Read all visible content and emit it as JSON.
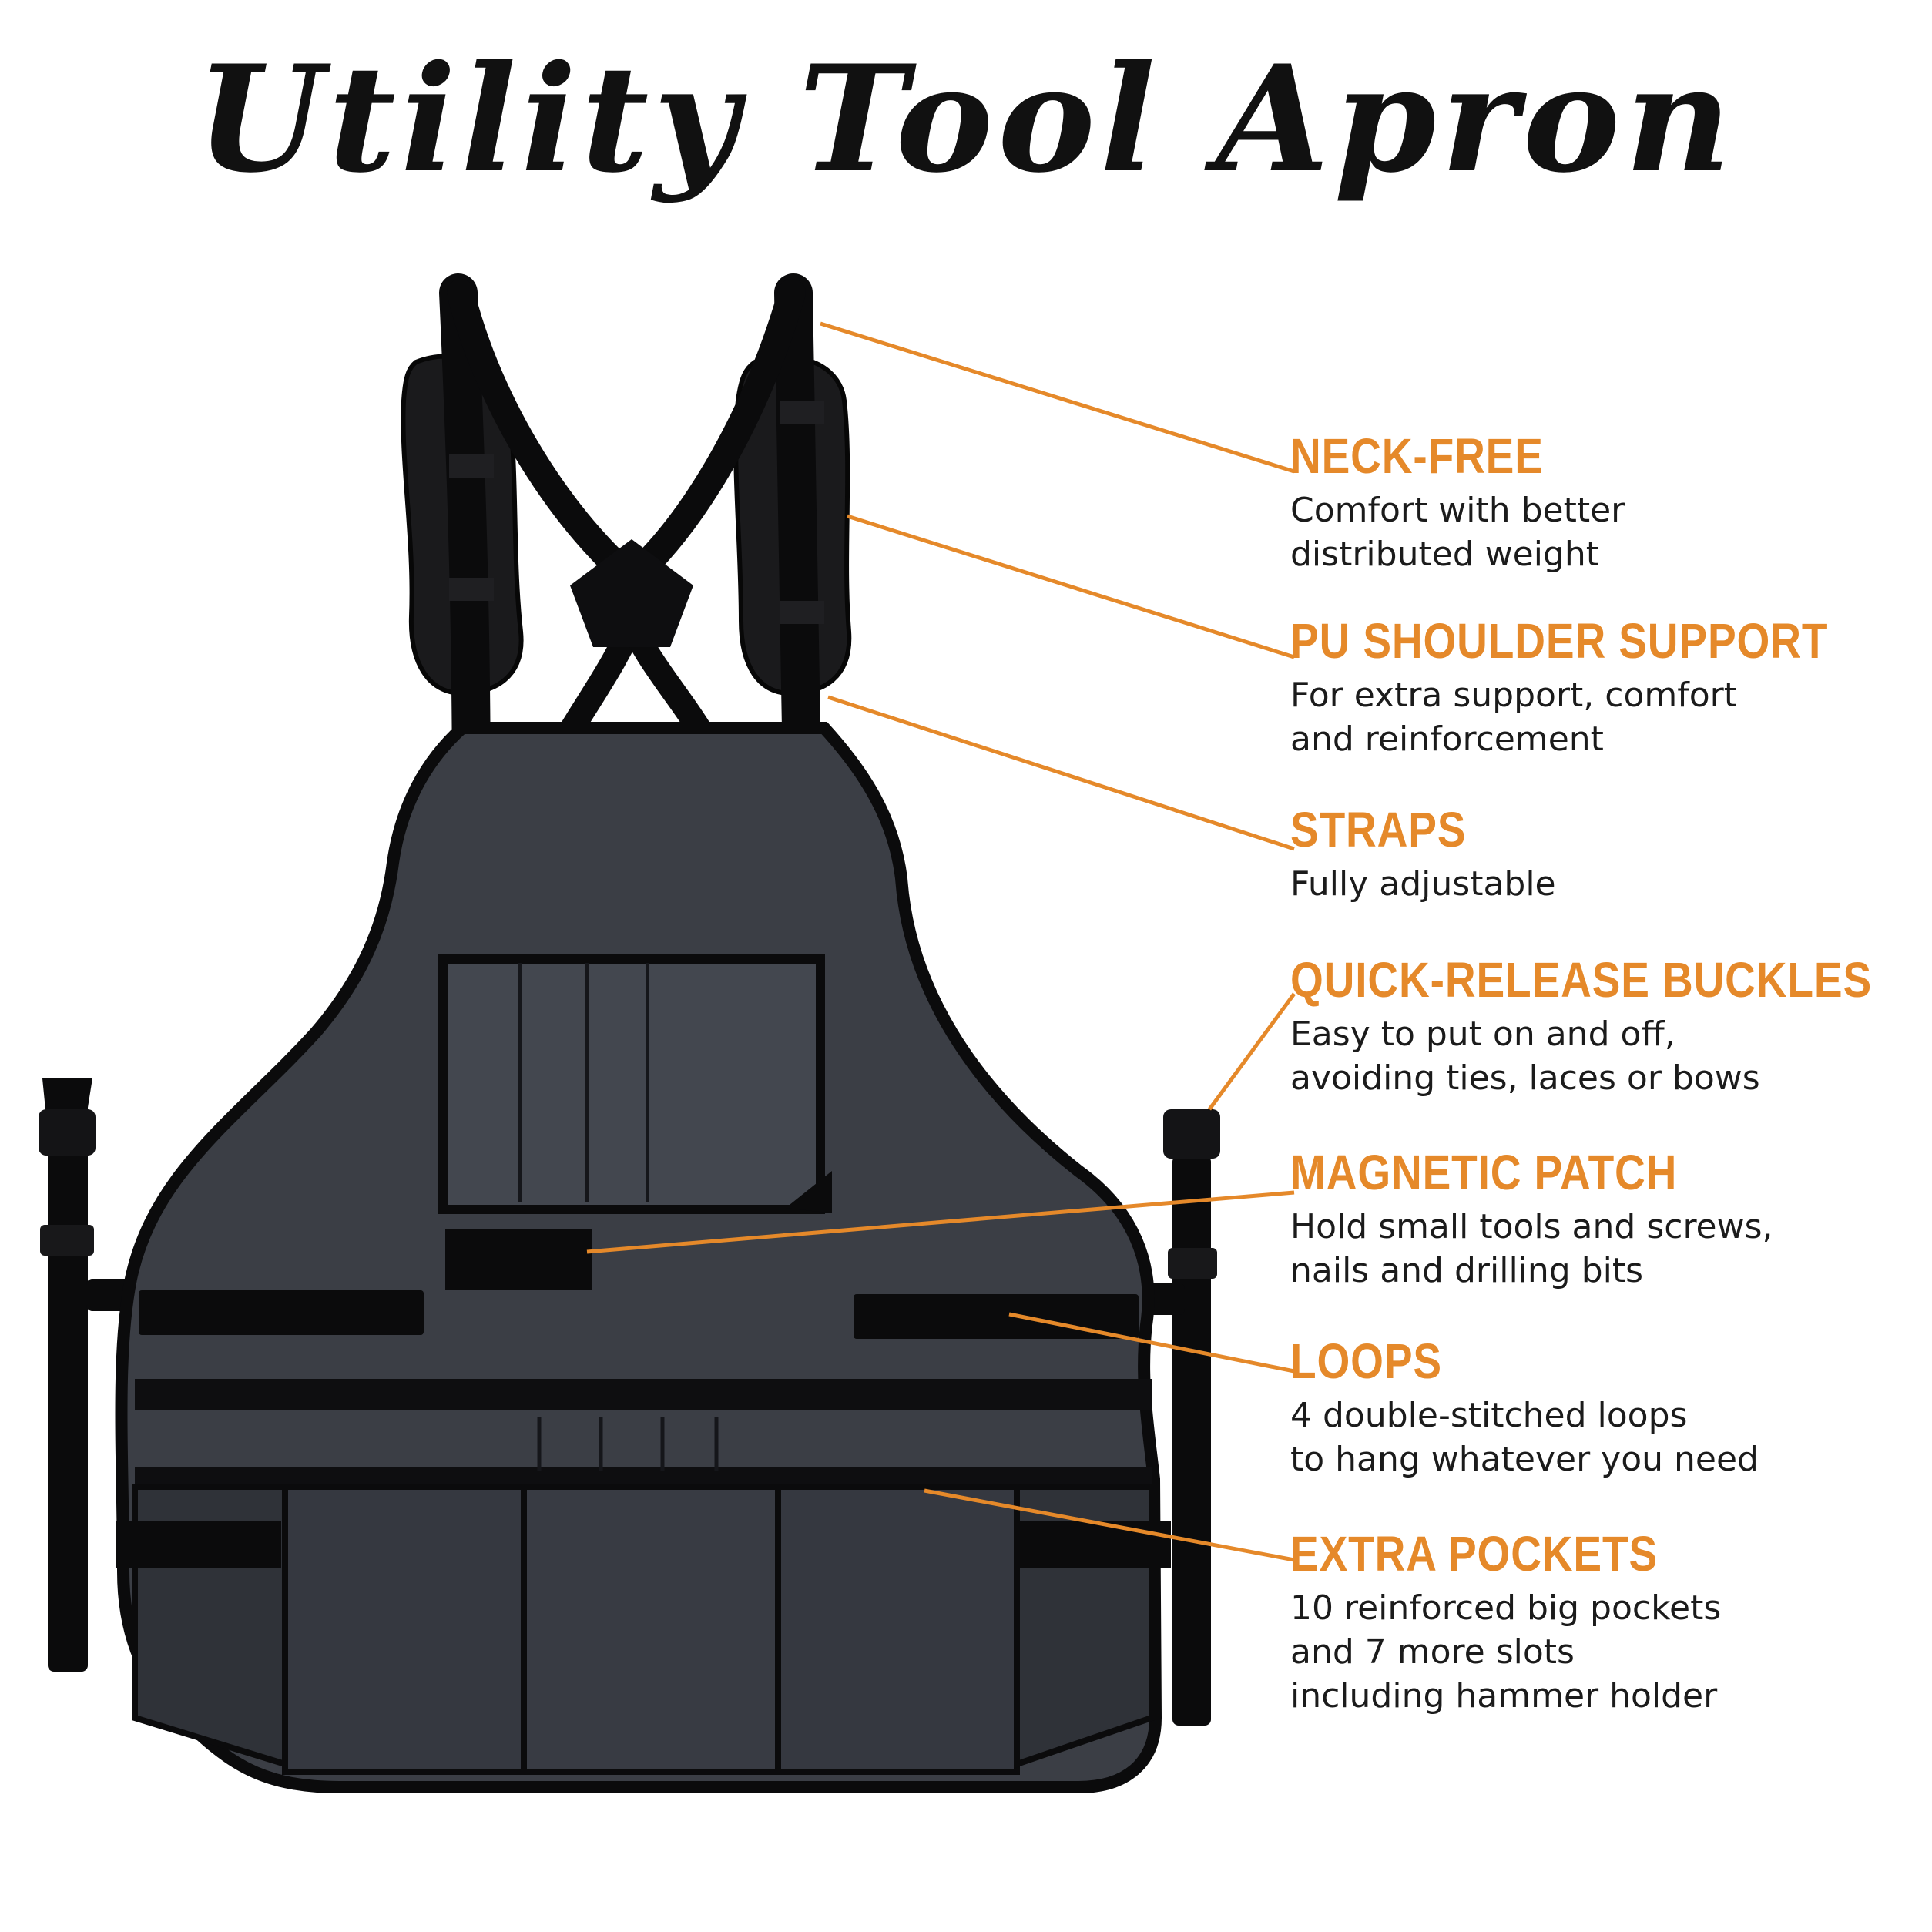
{
  "title": "Utility Tool Apron",
  "colors": {
    "accent": "#e5892a",
    "fabric": "#3b3e45",
    "trim": "#0b0b0c",
    "text": "#1b1b1b"
  },
  "features": [
    {
      "heading": "NECK-FREE",
      "lines": [
        "Comfort with better",
        "distributed weight"
      ]
    },
    {
      "heading": "PU SHOULDER SUPPORT",
      "lines": [
        "For extra support, comfort",
        "and reinforcement"
      ]
    },
    {
      "heading": "STRAPS",
      "lines": [
        "Fully adjustable"
      ]
    },
    {
      "heading": "QUICK-RELEASE BUCKLES",
      "lines": [
        "Easy to put on and off,",
        "avoiding ties, laces or bows"
      ]
    },
    {
      "heading": "MAGNETIC PATCH",
      "lines": [
        "Hold small tools and screws,",
        "nails and drilling bits"
      ]
    },
    {
      "heading": "LOOPS",
      "lines": [
        "4 double-stitched loops",
        "to hang whatever you need"
      ]
    },
    {
      "heading": "EXTRA POCKETS",
      "lines": [
        "10 reinforced big pockets",
        "and 7 more slots",
        "including hammer holder"
      ]
    }
  ]
}
